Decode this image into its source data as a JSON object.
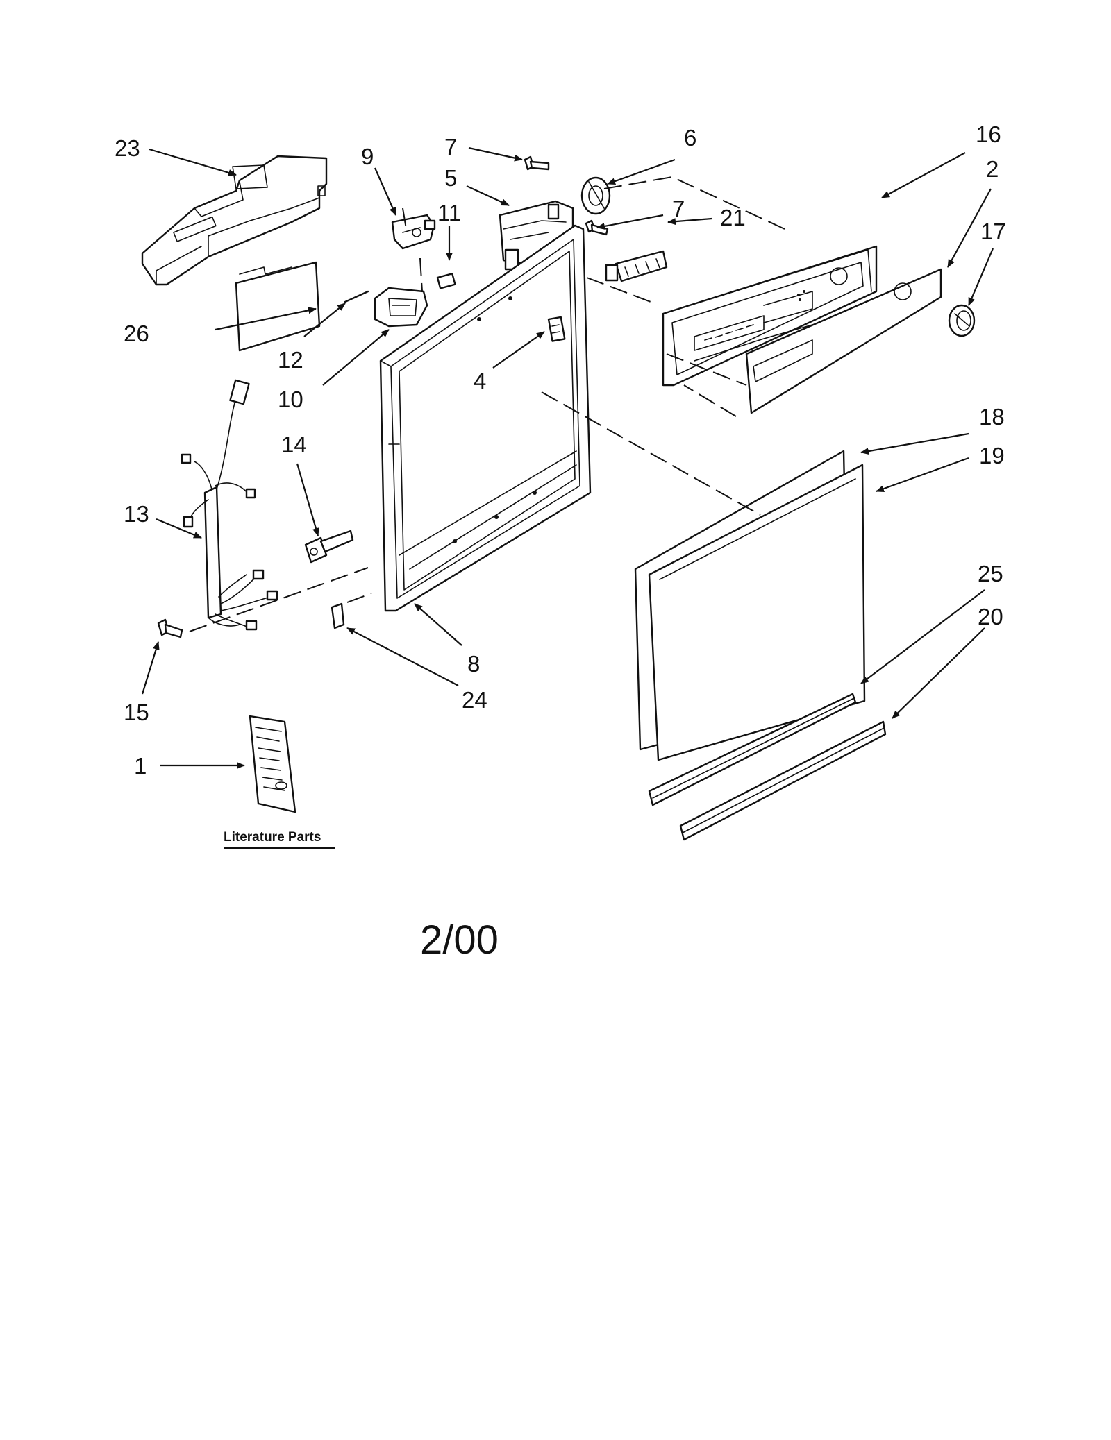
{
  "callouts": {
    "c1": "1",
    "c2": "2",
    "c4": "4",
    "c5": "5",
    "c6": "6",
    "c7a": "7",
    "c7b": "7",
    "c8": "8",
    "c9": "9",
    "c10": "10",
    "c11": "11",
    "c12": "12",
    "c13": "13",
    "c14": "14",
    "c15": "15",
    "c16": "16",
    "c17": "17",
    "c18": "18",
    "c19": "19",
    "c20": "20",
    "c21": "21",
    "c23": "23",
    "c24": "24",
    "c25": "25",
    "c26": "26"
  },
  "literature_label": "Literature Parts",
  "date_code": "2/00"
}
